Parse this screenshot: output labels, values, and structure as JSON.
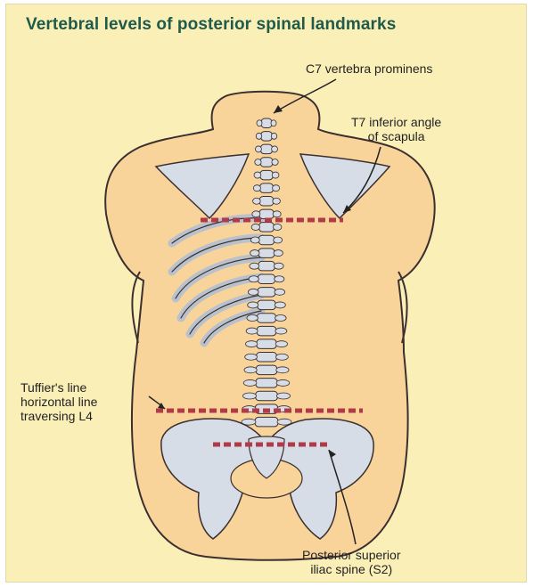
{
  "figure": {
    "title": "Vertebral levels of posterior spinal landmarks",
    "labels": {
      "c7": "C7 vertebra prominens",
      "t7": "T7 inferior angle\nof scapula",
      "tuffier": "Tuffier's line\nhorizontal line\ntraversing L4",
      "psis": "Posterior superior\niliac spine (S2)"
    },
    "colors": {
      "background": "#fbefb8",
      "skin": "#f8d49a",
      "outline": "#3b2f2f",
      "bone": "#d7dde6",
      "dashed_line": "#b23a48",
      "title": "#1f5a4a"
    }
  }
}
